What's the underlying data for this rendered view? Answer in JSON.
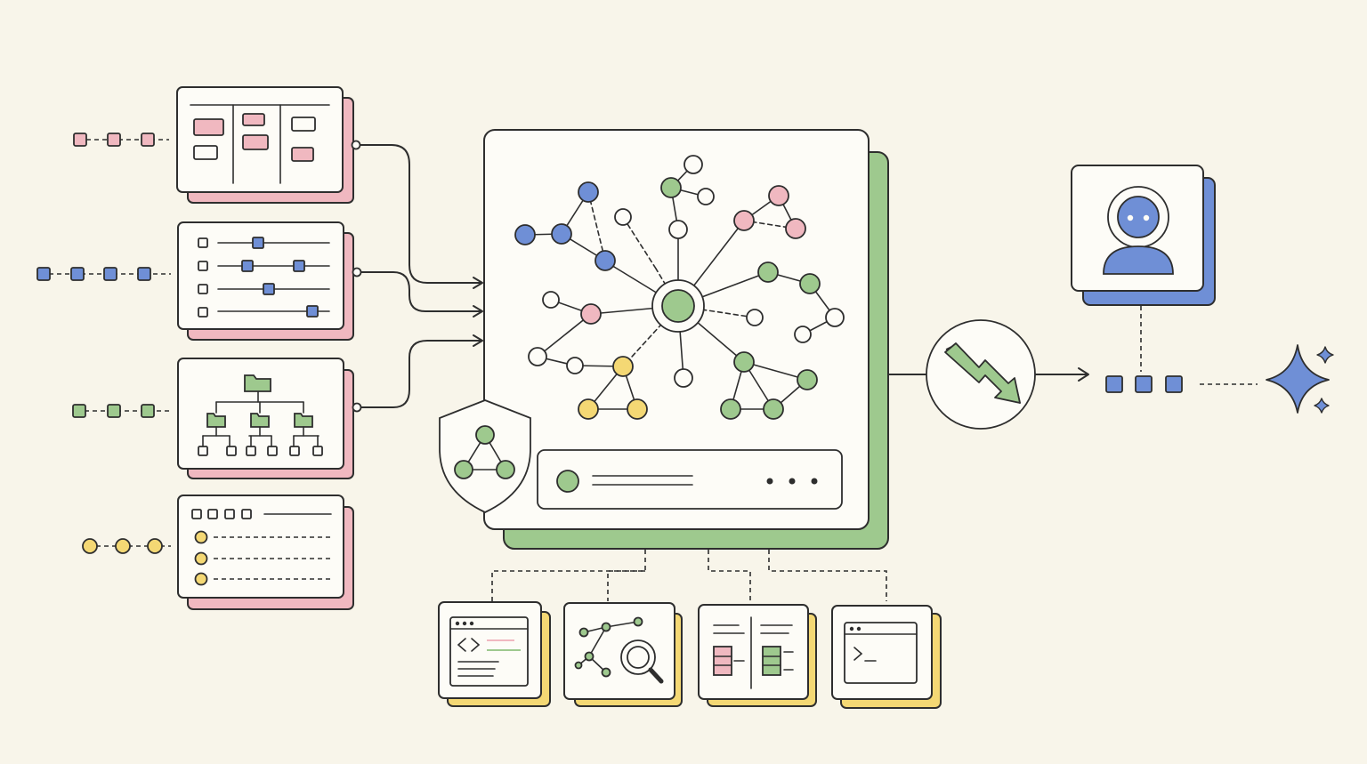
{
  "colors": {
    "background": "#f8f5ea",
    "ink": "#2e2e2e",
    "pink": "#f0b8c0",
    "blue": "#6f8fd6",
    "green": "#9ec98e",
    "yellow": "#f4d874",
    "card": "#fdfcf7"
  },
  "inputs": [
    {
      "name": "kanban-board",
      "icon": "kanban-icon",
      "color": "pink"
    },
    {
      "name": "sliders-panel",
      "icon": "sliders-icon",
      "color": "blue"
    },
    {
      "name": "folder-tree",
      "icon": "folder-tree-icon",
      "color": "green"
    },
    {
      "name": "checklist",
      "icon": "checklist-icon",
      "color": "yellow"
    }
  ],
  "central": {
    "icon": "knowledge-graph-icon",
    "shield_icon": "shield-graph-icon",
    "status_bar_icon": "status-bar-icon",
    "shadow_color": "green"
  },
  "output": {
    "trend_icon": "trend-down-icon",
    "agent_icon": "robot-avatar-icon",
    "sparkle_icon": "sparkle-icon",
    "agent_shadow_color": "blue"
  },
  "tools": [
    {
      "name": "code-editor",
      "icon": "code-window-icon"
    },
    {
      "name": "graph-search",
      "icon": "graph-search-icon"
    },
    {
      "name": "compare-columns",
      "icon": "compare-icon"
    },
    {
      "name": "terminal",
      "icon": "terminal-icon"
    }
  ]
}
